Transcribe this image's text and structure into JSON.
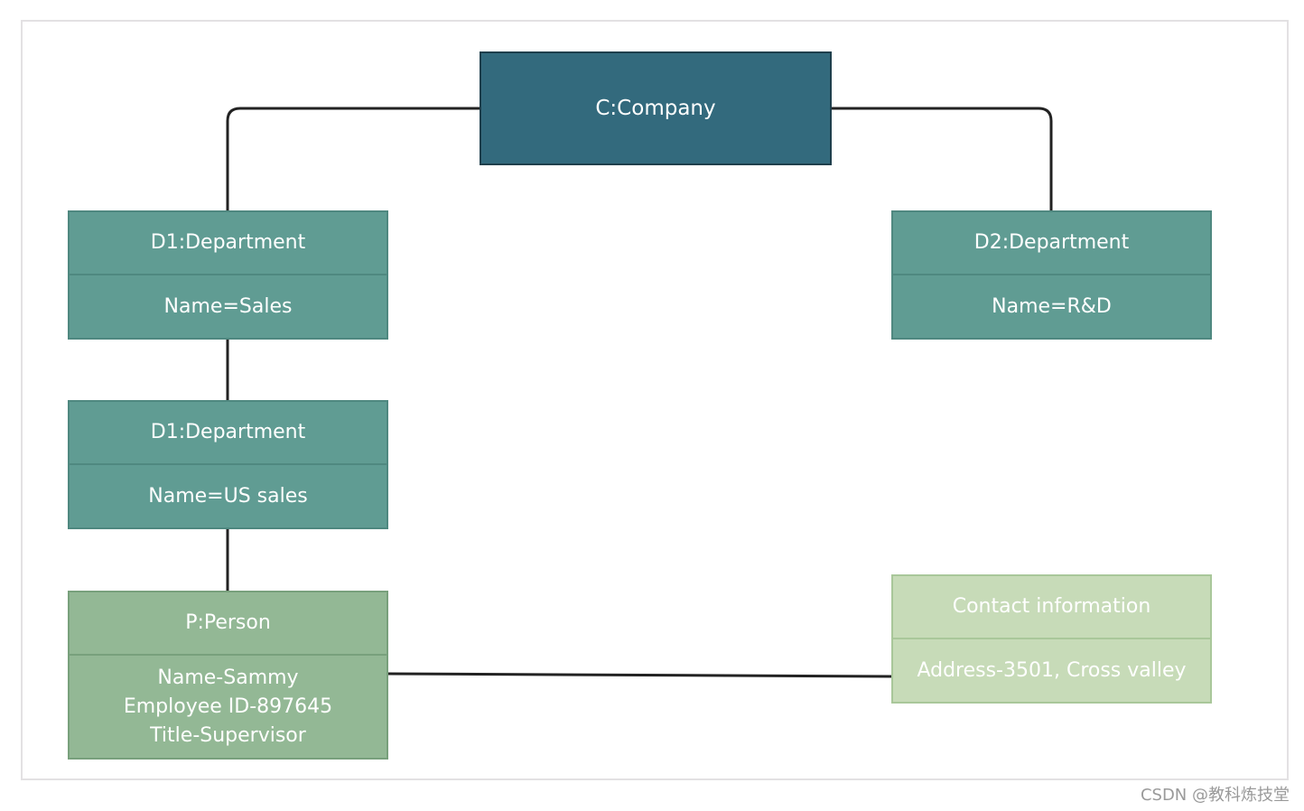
{
  "diagram": {
    "company": {
      "title": "C:Company"
    },
    "departments": [
      {
        "title": "D1:Department",
        "attribute": "Name=Sales"
      },
      {
        "title": "D2:Department",
        "attribute": "Name=R&D"
      },
      {
        "title": "D1:Department",
        "attribute": "Name=US sales"
      }
    ],
    "person": {
      "title": "P:Person",
      "attributes": [
        "Name-Sammy",
        "Employee ID-897645",
        "Title-Supervisor"
      ]
    },
    "contact": {
      "title": "Contact information",
      "attribute": "Address-3501, Cross valley"
    },
    "colors": {
      "company": "#336a7d",
      "department": "#609c93",
      "person": "#93b895",
      "contact": "#c7dbb8",
      "connector": "#222222"
    }
  },
  "watermark": "CSDN @教科炼技堂"
}
